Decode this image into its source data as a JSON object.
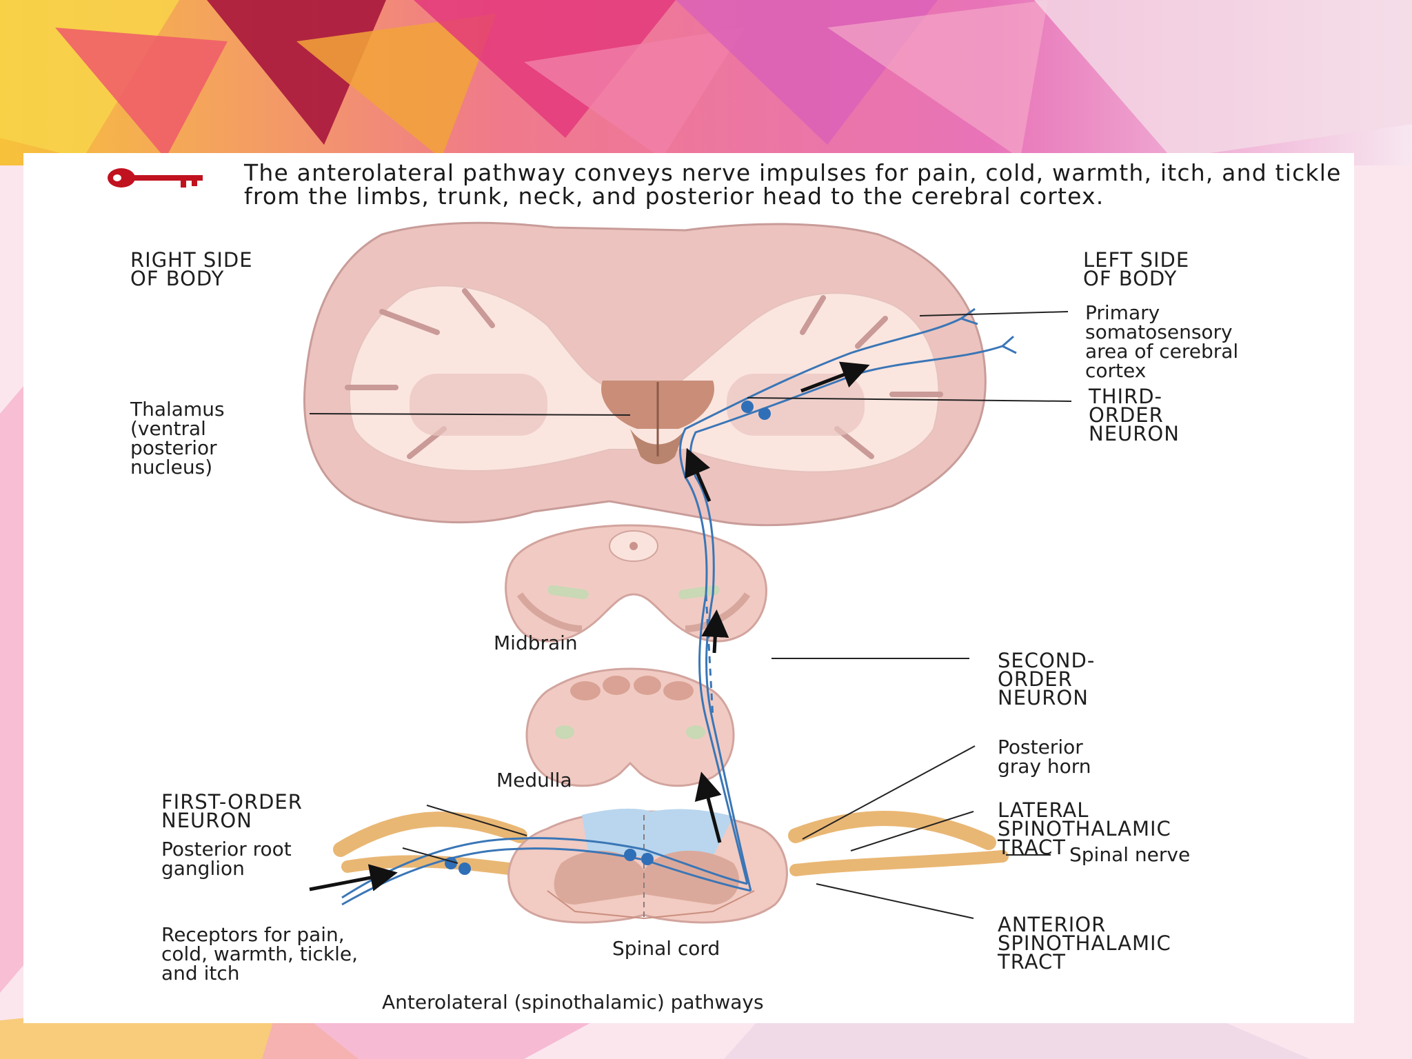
{
  "slide": {
    "colors": {
      "pathway": "#3a76b6",
      "tissue": "#e8b7b4",
      "accent": "#c1121f"
    },
    "icon": "key-icon",
    "headline": "The anterolateral pathway conveys nerve impulses for pain, cold, warmth, itch, and tickle from the limbs, trunk, neck, and posterior head to the cerebral cortex.",
    "caption": "Anterolateral (spinothalamic) pathways",
    "labels": {
      "right_side": "RIGHT SIDE\nOF BODY",
      "left_side": "LEFT SIDE\nOF BODY",
      "primary_area": "Primary\nsomatosensory\narea of cerebral\ncortex",
      "thalamus": "Thalamus\n(ventral\nposterior\nnucleus)",
      "third_order": "THIRD-\nORDER\nNEURON",
      "midbrain": "Midbrain",
      "second_order": "SECOND-\nORDER\nNEURON",
      "medulla": "Medulla",
      "posterior_gray_horn": "Posterior\ngray horn",
      "first_order": "FIRST-ORDER\nNEURON",
      "lateral_tract": "LATERAL\nSPINOTHALAMIC\nTRACT",
      "posterior_root_ganglion": "Posterior root\nganglion",
      "spinal_nerve": "Spinal nerve",
      "receptors": "Receptors for pain,\ncold, warmth, tickle,\nand itch",
      "spinal_cord": "Spinal cord",
      "anterior_tract": "ANTERIOR\nSPINOTHALAMIC\nTRACT"
    }
  }
}
